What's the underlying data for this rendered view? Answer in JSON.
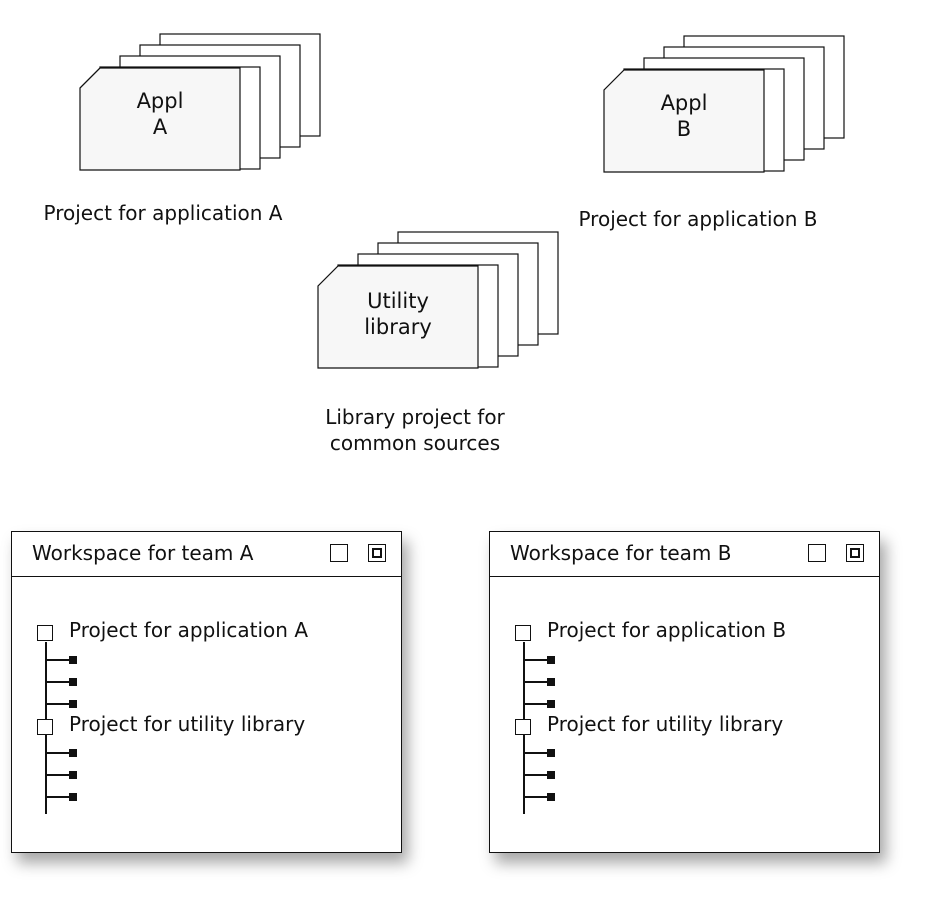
{
  "stacks": [
    {
      "id": "appl-a",
      "label_lines": [
        "Appl",
        "A"
      ],
      "caption": "Project for application A"
    },
    {
      "id": "appl-b",
      "label_lines": [
        "Appl",
        "B"
      ],
      "caption": "Project for application B"
    },
    {
      "id": "utility",
      "label_lines": [
        "Utility",
        "library"
      ],
      "caption": "Library project for\ncommon sources"
    }
  ],
  "workspaces": [
    {
      "title": "Workspace for team A",
      "projects": [
        {
          "label": "Project for application A",
          "items": 3
        },
        {
          "label": "Project for utility library",
          "items": 3
        }
      ]
    },
    {
      "title": "Workspace for team B",
      "projects": [
        {
          "label": "Project for application B",
          "items": 3
        },
        {
          "label": "Project for utility library",
          "items": 3
        }
      ]
    }
  ]
}
